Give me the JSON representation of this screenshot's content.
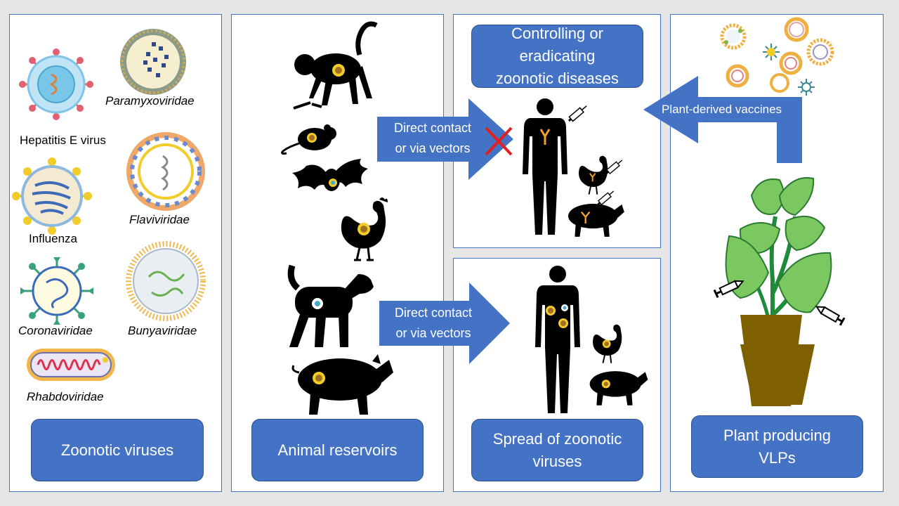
{
  "colors": {
    "background": "#e7e6e6",
    "box_blue": "#4472c4",
    "box_border": "#2f528f",
    "silhouette": "#000000",
    "leaf_green": "#70c050",
    "pot_brown": "#7f6000",
    "cross_red": "#e02020"
  },
  "viruses": {
    "labels": {
      "hev": "Hepatitis E virus",
      "paramyxo": "Paramyxoviridae",
      "influenza": "Influenza",
      "flavi": "Flaviviridae",
      "corona": "Coronaviridae",
      "bunya": "Bunyaviridae",
      "rhabdo": "Rhabdoviridae"
    },
    "box_label": "Zoonotic viruses"
  },
  "reservoirs": {
    "box_label": "Animal reservoirs",
    "animals": [
      "monkey-icon",
      "mouse-icon",
      "bat-icon",
      "chicken-icon",
      "dog-icon",
      "pig-icon"
    ]
  },
  "arrows": {
    "top_line1": "Direct contact",
    "top_line2": "or via vectors",
    "bottom_line1": "Direct contact",
    "bottom_line2": "or via vectors",
    "vaccine": "Plant-derived vaccines"
  },
  "control": {
    "title_line1": "Controlling or",
    "title_line2": "eradicating",
    "title_line3": "zoonotic diseases"
  },
  "spread": {
    "label_line1": "Spread of zoonotic",
    "label_line2": "viruses"
  },
  "plant": {
    "label_line1": "Plant producing",
    "label_line2": "VLPs"
  }
}
